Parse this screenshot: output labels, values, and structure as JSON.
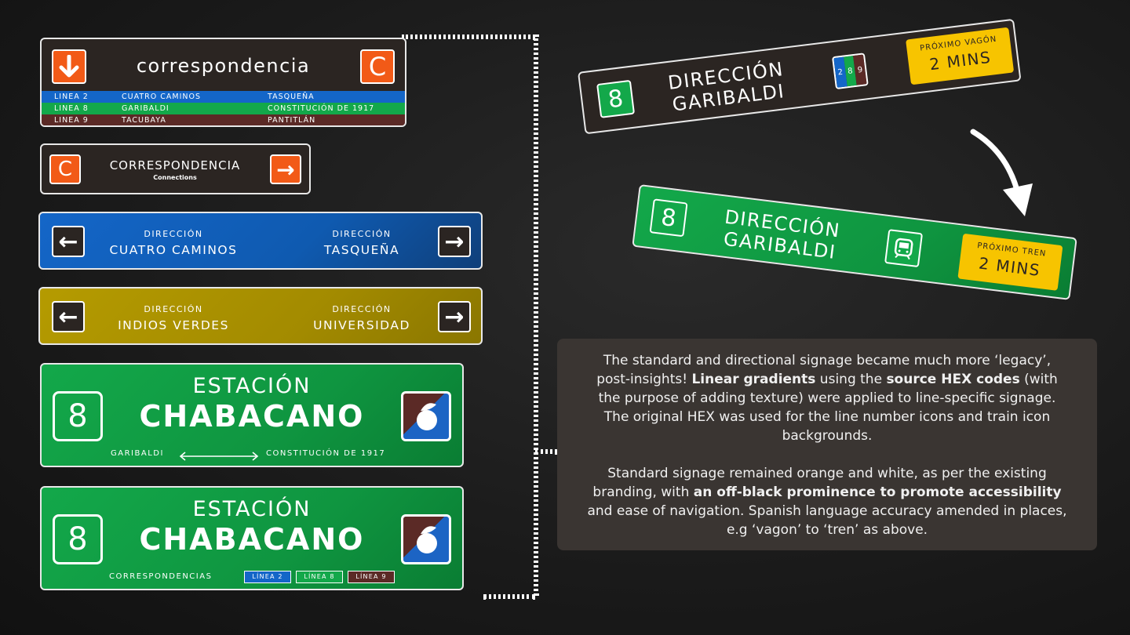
{
  "colors": {
    "orange": "#f25a17",
    "offblack": "#2b2522",
    "line2": "#1466c8",
    "line8": "#13a84a",
    "line9": "#5b2a26",
    "yellow": "#f7c400"
  },
  "sign1": {
    "title": "correspondencia",
    "left_icon": "arrow-down-icon",
    "right_icon": "C",
    "rows": [
      {
        "line": "Linea 2",
        "a": "Cuatro Caminos",
        "b": "Tasqueña",
        "color": "#1466c8"
      },
      {
        "line": "Linea 8",
        "a": "Garibaldi",
        "b": "Constitución de 1917",
        "color": "#13a84a"
      },
      {
        "line": "Linea 9",
        "a": "Tacubaya",
        "b": "Pantitlán",
        "color": "#5b2a26"
      }
    ]
  },
  "sign2": {
    "icon": "C",
    "title": "CORRESPONDENCIA",
    "subtitle": "Connections",
    "arrow": "→"
  },
  "sign3": {
    "label_left": "Dirección",
    "value_left": "Cuatro Caminos",
    "label_right": "Dirección",
    "value_right": "Tasqueña",
    "arrow_left": "←",
    "arrow_right": "→"
  },
  "sign4": {
    "label_left": "Dirección",
    "value_left": "Indios Verdes",
    "label_right": "Dirección",
    "value_right": "Universidad",
    "arrow_left": "←",
    "arrow_right": "→"
  },
  "sign5": {
    "number": "8",
    "label": "Estación",
    "name": "Chabacano",
    "from": "Garibaldi",
    "to": "Constitución de 1917"
  },
  "sign6": {
    "number": "8",
    "label": "Estación",
    "name": "Chabacano",
    "connections_label": "Correspondencias",
    "lines": [
      "Línea 2",
      "Línea 8",
      "Línea 9"
    ]
  },
  "sign7": {
    "number": "8",
    "dir": "Dirección",
    "dest": "Garibaldi",
    "mini": [
      "2",
      "8",
      "9"
    ],
    "next_label": "Próximo Vagón",
    "next_value": "2 mins"
  },
  "sign8": {
    "number": "8",
    "dir": "Dirección",
    "dest": "Garibaldi",
    "icon": "train-icon",
    "next_label": "Próximo Tren",
    "next_value": "2 mins"
  },
  "info": {
    "p1_a": "The standard and directional signage became much more ‘legacy’, post-insights! ",
    "p1_b": "Linear gradients",
    "p1_c": " using the ",
    "p1_d": "source HEX codes",
    "p1_e": " (with the purpose of adding texture) were applied to line-specific signage. The original HEX was used for the line number icons and train icon backgrounds.",
    "p2_a": "Standard signage remained orange and white, as per the existing branding, with ",
    "p2_b": "an off-black prominence to promote accessibility",
    "p2_c": " and ease of navigation. Spanish language accuracy amended in places, e.g ‘vagon’ to ‘tren’ as above."
  }
}
